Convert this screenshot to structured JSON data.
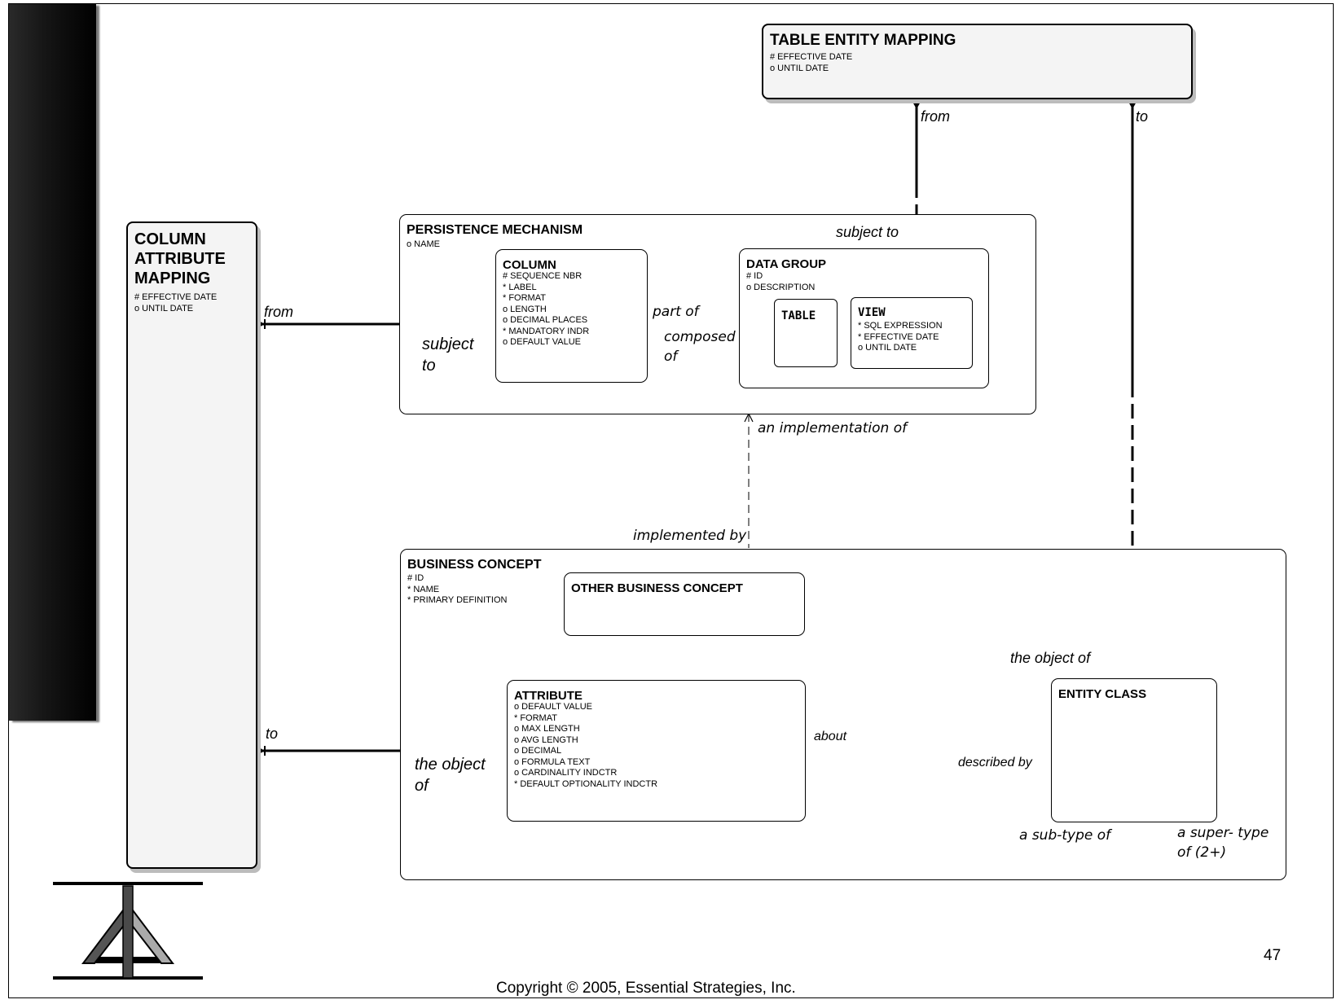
{
  "entities": {
    "table_entity_mapping": {
      "title": "TABLE ENTITY MAPPING",
      "attributes": [
        "# EFFECTIVE DATE",
        "o UNTIL DATE"
      ]
    },
    "column_attribute_mapping": {
      "title_lines": [
        "COLUMN",
        "ATTRIBUTE",
        "MAPPING"
      ],
      "attributes": [
        "# EFFECTIVE DATE",
        "o UNTIL DATE"
      ]
    },
    "persistence_mechanism": {
      "title": "PERSISTENCE MECHANISM",
      "attributes": [
        "o NAME"
      ]
    },
    "column": {
      "title": "COLUMN",
      "attributes": [
        "# SEQUENCE NBR",
        "* LABEL",
        "* FORMAT",
        "o LENGTH",
        "o DECIMAL PLACES",
        "* MANDATORY INDR",
        "o DEFAULT VALUE"
      ]
    },
    "data_group": {
      "title": "DATA GROUP",
      "attributes": [
        "# ID",
        "o DESCRIPTION"
      ]
    },
    "table": {
      "title": "TABLE"
    },
    "view": {
      "title": "VIEW",
      "attributes": [
        "* SQL EXPRESSION",
        "* EFFECTIVE DATE",
        "o UNTIL DATE"
      ]
    },
    "business_concept": {
      "title": "BUSINESS CONCEPT",
      "attributes": [
        "# ID",
        "* NAME",
        "* PRIMARY DEFINITION"
      ]
    },
    "other_business_concept": {
      "title": "OTHER BUSINESS CONCEPT"
    },
    "attribute": {
      "title": "ATTRIBUTE",
      "attributes": [
        "o DEFAULT VALUE",
        "* FORMAT",
        "o MAX LENGTH",
        "o AVG LENGTH",
        "o DECIMAL",
        "o FORMULA TEXT",
        "o CARDINALITY INDCTR",
        "* DEFAULT OPTIONALITY INDCTR"
      ]
    },
    "entity_class": {
      "title": "ENTITY CLASS"
    }
  },
  "relationships": {
    "tem_from": "from",
    "tem_to": "to",
    "dg_subject_to": "subject to",
    "cam_from": "from",
    "col_subject_to_lines": [
      "subject",
      "to"
    ],
    "part_of": "part of",
    "composed_of_lines": [
      "composed",
      "of"
    ],
    "an_implementation_of": "an implementation of",
    "implemented_by": "implemented by",
    "cam_to": "to",
    "attr_object_of_lines": [
      "the object",
      "of"
    ],
    "about": "about",
    "described_by": "described by",
    "ec_object_of": "the object of",
    "sub_type_of": "a sub-type of",
    "super_type_of_lines": [
      "a super- type",
      "of (2+)"
    ]
  },
  "footer": {
    "copyright": "Copyright © 2005, Essential Strategies, Inc.",
    "page_number": "47"
  }
}
